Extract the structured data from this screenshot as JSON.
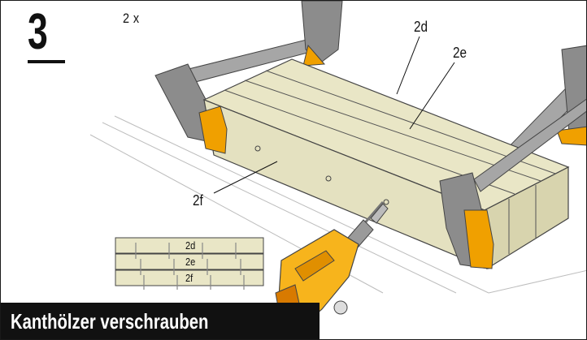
{
  "step": {
    "number": "3",
    "quantity": "2 x"
  },
  "labels": {
    "board_top_back": "2d",
    "board_top_front": "2e",
    "board_side": "2f"
  },
  "legend": {
    "rows": [
      "2d",
      "2e",
      "2f"
    ]
  },
  "caption": "Kanthölzer verschrauben",
  "colors": {
    "wood": "#e9e6c6",
    "wood_shadow": "#d8d4ae",
    "clamp_gray": "#8c8c8c",
    "clamp_orange": "#f0a000",
    "drill_yellow": "#f7b41c",
    "caption_bg": "#111111"
  },
  "icons": {
    "tool": "screwdriver-drill-icon",
    "clamp": "bar-clamp-icon"
  }
}
